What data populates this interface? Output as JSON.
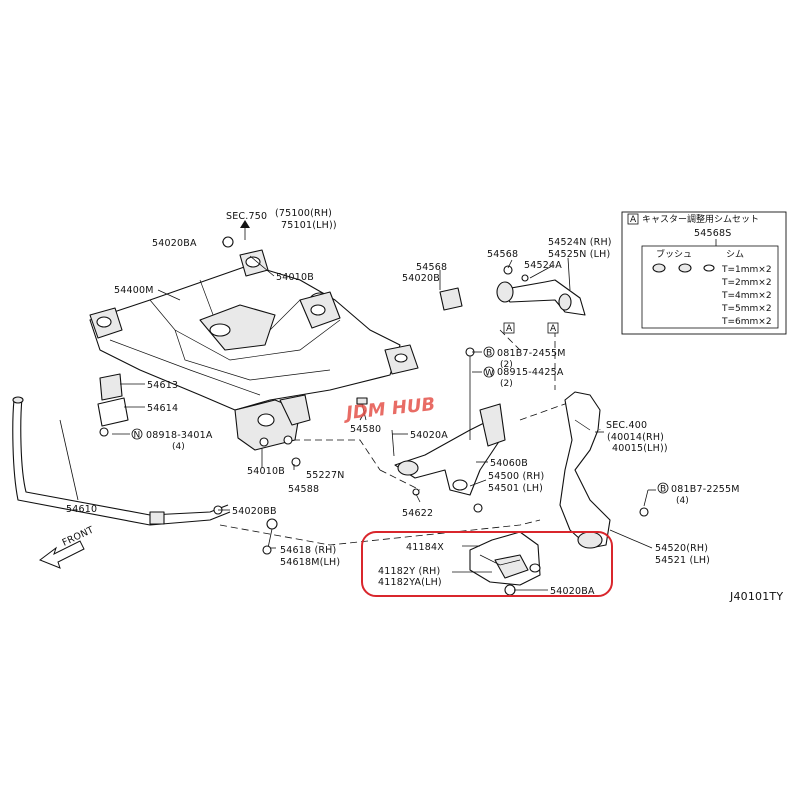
{
  "sec750": {
    "title": "SEC.750",
    "rh": "(75100(RH)",
    "lh": "75101(LH))"
  },
  "sec400": {
    "title": "SEC.400",
    "rh": "(40014(RH)",
    "lh": "40015(LH))"
  },
  "labels": {
    "p54020BA_top": "54020BA",
    "p54010B_top": "54010B",
    "p54400M": "54400M",
    "p54613": "54613",
    "p54614": "54614",
    "p08918": "08918-3401A",
    "p08918_qty": "(4)",
    "p54580": "54580",
    "p54020A": "54020A",
    "p54010B_bot": "54010B",
    "p55227N": "55227N",
    "p54588": "54588",
    "p54610": "54610",
    "p54020BB": "54020BB",
    "p54618_rh": "54618 (RH)",
    "p54618_lh": "54618M(LH)",
    "front": "FRONT",
    "p54568_a": "54568",
    "p54020B": "54020B",
    "p54568_b": "54568",
    "p54524A": "54524A",
    "p54524N": "54524N (RH)",
    "p54525N": "54525N (LH)",
    "p081B7_top": "081B7-2455M",
    "p081B7_top_qty": "(2)",
    "p08915": "08915-4425A",
    "p08915_qty": "(2)",
    "p54060B": "54060B",
    "p54500": "54500 (RH)",
    "p54501": "54501 (LH)",
    "p54622": "54622",
    "p081B7_right": "081B7-2255M",
    "p081B7_right_qty": "(4)",
    "p54520": "54520(RH)",
    "p54521": "54521 (LH)",
    "p41184X": "41184X",
    "p41182Y": "41182Y (RH)",
    "p41182YA": "41182YA(LH)",
    "p54020BA_bot": "54020BA",
    "diagram_id": "J40101TY",
    "marker_a": "A",
    "marker_b": "B",
    "marker_n": "N",
    "marker_w": "W"
  },
  "shim_box": {
    "marker": "A",
    "title": "キャスター調整用シムセット",
    "part": "54568S",
    "col_bush": "ブッシュ",
    "col_shim": "シム",
    "sizes": [
      "T=1mm×2",
      "T=2mm×2",
      "T=4mm×2",
      "T=5mm×2",
      "T=6mm×2"
    ]
  },
  "highlight_color": "#d9262c",
  "watermark": {
    "text": "JDM HUB",
    "color": "#e5534b"
  }
}
